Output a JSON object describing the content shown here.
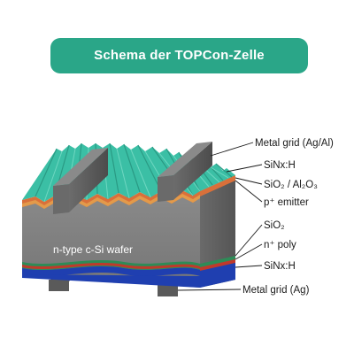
{
  "title": "Schema der TOPCon-Zelle",
  "wafer_label": "n-type c-Si wafer",
  "labels": {
    "metal_grid_top": "Metal grid (Ag/Al)",
    "sinx_top": "SiNx:H",
    "sio2_al2o3": "SiO₂ / Al₂O₃",
    "p_emitter": "p⁺ emitter",
    "sio2": "SiO₂",
    "n_poly": "n⁺ poly",
    "sinx_bottom": "SiNx:H",
    "metal_grid_bottom": "Metal grid (Ag)"
  },
  "colors": {
    "accent": "#2aa688",
    "texture_top": "#3bbfa5",
    "wafer_front": "#828282",
    "wafer_side": "#5e5e5e",
    "metal": "#555555",
    "p_emitter": "#d9703a",
    "n_poly": "#c0392b",
    "sio2": "#2e8b57",
    "sinx_bottom": "#1f3fb0"
  }
}
